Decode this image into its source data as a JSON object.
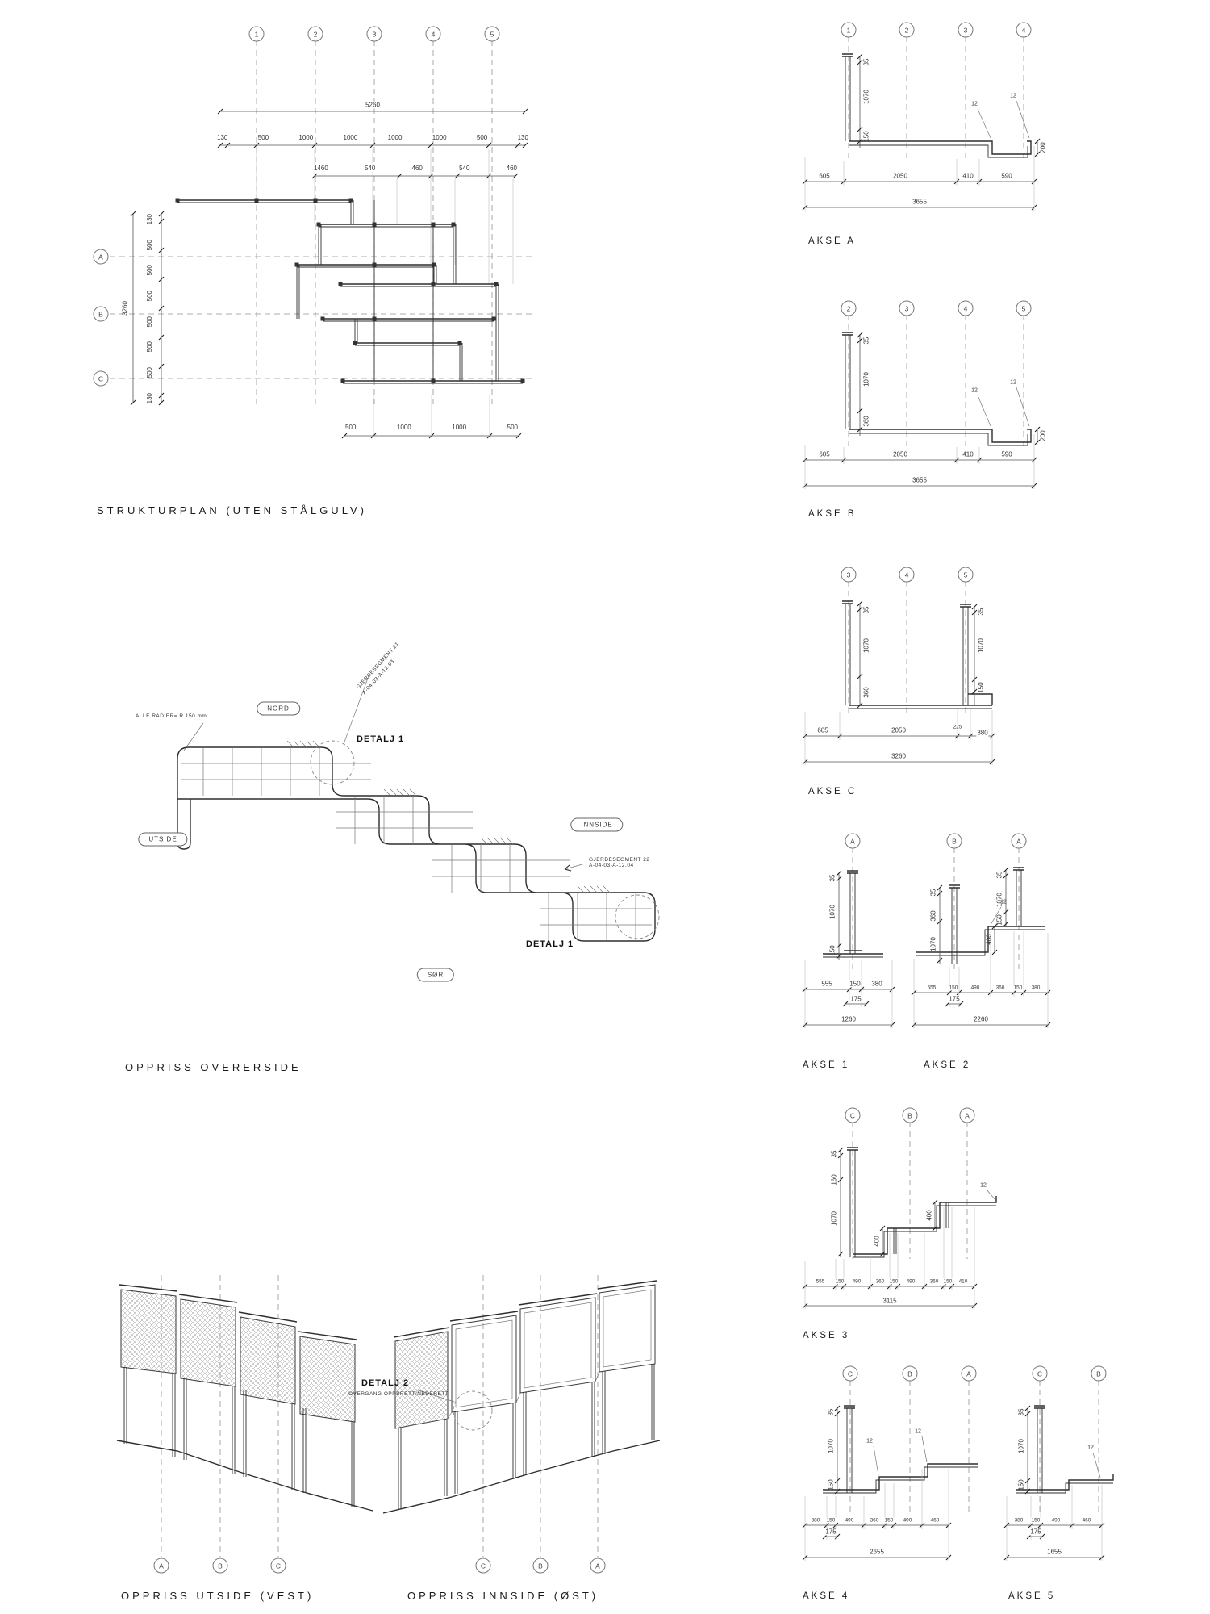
{
  "strukturplan": {
    "title": "STRUKTURPLAN (UTEN STÅLGULV)",
    "axes_top": [
      "1",
      "2",
      "3",
      "4",
      "5"
    ],
    "axes_left": [
      "A",
      "B",
      "C"
    ],
    "total_top": "5260",
    "row1": [
      "130",
      "500",
      "1000",
      "1000",
      "1000",
      "1000",
      "500",
      "130"
    ],
    "row2": [
      "1460",
      "540",
      "460",
      "540",
      "460"
    ],
    "left_col": [
      "130",
      "500",
      "500",
      "500",
      "500",
      "500",
      "500",
      "130"
    ],
    "total_left": "3260",
    "bottom_row": [
      "500",
      "1000",
      "1000",
      "500"
    ]
  },
  "oppriss_over": {
    "title": "OPPRISS OVERERSIDE",
    "nord": "NORD",
    "utside": "UTSIDE",
    "innside": "INNSIDE",
    "sor": "SØR",
    "radier": "ALLE RADIER=  R 150 mm",
    "seg21": "GJERDESEGMENT 21",
    "seg21_ref": "A-04-03-A-12.03",
    "seg22": "GJERDESEGMENT 22",
    "seg22_ref": "A-04-03-A-12.04",
    "detalj1": "DETALJ 1"
  },
  "oppriss_vest": {
    "title": "OPPRISS UTSIDE (VEST)",
    "axes": [
      "A",
      "B",
      "C"
    ]
  },
  "oppriss_ost": {
    "title": "OPPRISS INNSIDE (ØST)",
    "axes": [
      "C",
      "B",
      "A"
    ],
    "detalj2": "DETALJ 2",
    "detalj2_sub": "OVERGANG OPPBRETT/NEDBRETT"
  },
  "akse_a": {
    "label": "AKSE A",
    "axes": [
      "1",
      "2",
      "3",
      "4"
    ],
    "left_dims": [
      "35",
      "1070",
      "150"
    ],
    "d12": [
      "12",
      "12"
    ],
    "step": "200",
    "bottom": [
      "605",
      "2050",
      "410",
      "590"
    ],
    "total": "3655"
  },
  "akse_b": {
    "label": "AKSE B",
    "axes": [
      "2",
      "3",
      "4",
      "5"
    ],
    "left_dims": [
      "35",
      "1070",
      "360"
    ],
    "d12": [
      "12",
      "12"
    ],
    "step": "200",
    "bottom": [
      "605",
      "2050",
      "410",
      "590"
    ],
    "total": "3655"
  },
  "akse_c": {
    "label": "AKSE C",
    "axes": [
      "3",
      "4",
      "5"
    ],
    "left_dims": [
      "35",
      "1070",
      "360"
    ],
    "right_dims": [
      "35",
      "1070",
      "150"
    ],
    "bottom": [
      "605",
      "2050",
      "225",
      "380"
    ],
    "total": "3260"
  },
  "akse_1": {
    "label": "AKSE 1",
    "axes": [
      "A"
    ],
    "left_dims": [
      "35",
      "1070",
      "150"
    ],
    "bottom": [
      "555",
      "150",
      "380"
    ],
    "sub": "175",
    "total": "1260"
  },
  "akse_2": {
    "label": "AKSE 2",
    "axes": [
      "B",
      "A"
    ],
    "left_dims": [
      "35",
      "360",
      "1070"
    ],
    "right_dims": [
      "35",
      "1070",
      "150"
    ],
    "mid": "400",
    "d12": [
      "12"
    ],
    "bottom": [
      "555",
      "150",
      "490",
      "360",
      "150",
      "380"
    ],
    "sub": "175",
    "total": "2260"
  },
  "akse_3": {
    "label": "AKSE 3",
    "axes": [
      "C",
      "B",
      "A"
    ],
    "left_dims": [
      "35",
      "160",
      "1070"
    ],
    "mids": [
      "400",
      "400"
    ],
    "d12": [
      "12"
    ],
    "bottom": [
      "555",
      "150",
      "490",
      "360",
      "150",
      "490",
      "360",
      "150",
      "410"
    ],
    "total": "3115"
  },
  "akse_4": {
    "label": "AKSE 4",
    "axes": [
      "C",
      "B",
      "A"
    ],
    "left_dims": [
      "35",
      "1070",
      "150"
    ],
    "d12": [
      "12",
      "12"
    ],
    "bottom": [
      "380",
      "150",
      "490",
      "360",
      "150",
      "490",
      "460"
    ],
    "sub": "175",
    "total": "2655"
  },
  "akse_5": {
    "label": "AKSE 5",
    "axes": [
      "C",
      "B"
    ],
    "left_dims": [
      "35",
      "1070",
      "150"
    ],
    "d12": [
      "12"
    ],
    "bottom": [
      "380",
      "150",
      "490",
      "460"
    ],
    "sub": "175",
    "total": "1655"
  }
}
